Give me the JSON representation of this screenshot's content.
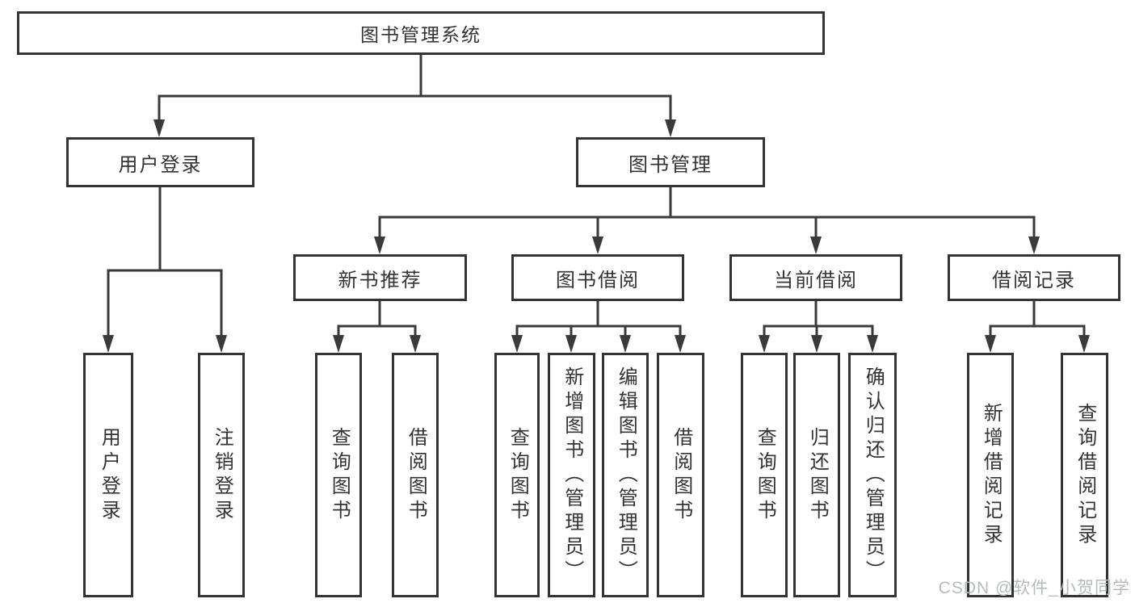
{
  "diagram": {
    "title": "图书管理系统",
    "nodes": {
      "user_login": "用户登录",
      "book_mgmt": "图书管理",
      "new_books": "新书推荐",
      "book_borrow": "图书借阅",
      "current_borrow": "当前借阅",
      "borrow_records": "借阅记录"
    },
    "leaves": {
      "user_login": [
        "用户登录",
        "注销登录"
      ],
      "new_books": [
        "查询图书",
        "借阅图书"
      ],
      "book_borrow": [
        "查询图书",
        "新增图书（管理员）",
        "编辑图书（管理员）",
        "借阅图书"
      ],
      "current_borrow": [
        "查询图书",
        "归还图书",
        "确认归还（管理员）"
      ],
      "borrow_records": [
        "新增借阅记录",
        "查询借阅记录"
      ]
    }
  },
  "watermark": {
    "text": "CSDN @软件_小贺同学"
  },
  "colors": {
    "line": "#3a3a3a",
    "box_border": "#333333",
    "text": "#333333",
    "background": "#ffffff",
    "watermark": "#b6bac0"
  }
}
